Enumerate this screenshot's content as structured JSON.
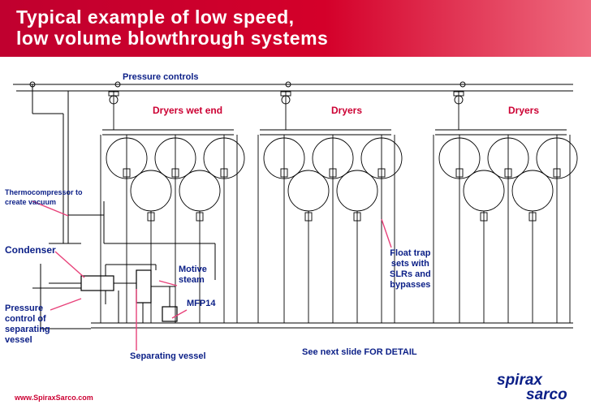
{
  "title": {
    "line1": "Typical example of low speed,",
    "line2": "low volume blowthrough systems"
  },
  "labels": {
    "pressure_controls": "Pressure controls",
    "dryers_wet_end": "Dryers wet end",
    "dryers_2": "Dryers",
    "dryers_3": "Dryers",
    "thermocompressor_1": "Thermocompressor to",
    "thermocompressor_2": "create vacuum",
    "condenser": "Condenser",
    "motive_steam_1": "Motive",
    "motive_steam_2": "steam",
    "mfp14": "MFP14",
    "float_trap_1": "Float trap",
    "float_trap_2": "sets with",
    "float_trap_3": "SLRs and",
    "float_trap_4": "bypasses",
    "pressure_control_1": "Pressure",
    "pressure_control_2": "control of",
    "pressure_control_3": "separating",
    "pressure_control_4": "vessel",
    "separating_vessel": "Separating vessel",
    "see_next": "See next slide FOR DETAIL"
  },
  "footer": {
    "website": "www.SpiraxSarco.com",
    "logo_top": "spirax",
    "logo_bottom": "sarco"
  },
  "colors": {
    "title_bar": "#c0002f",
    "label_blue": "#0b1f87",
    "label_red": "#cc0033",
    "line": "#000000"
  }
}
